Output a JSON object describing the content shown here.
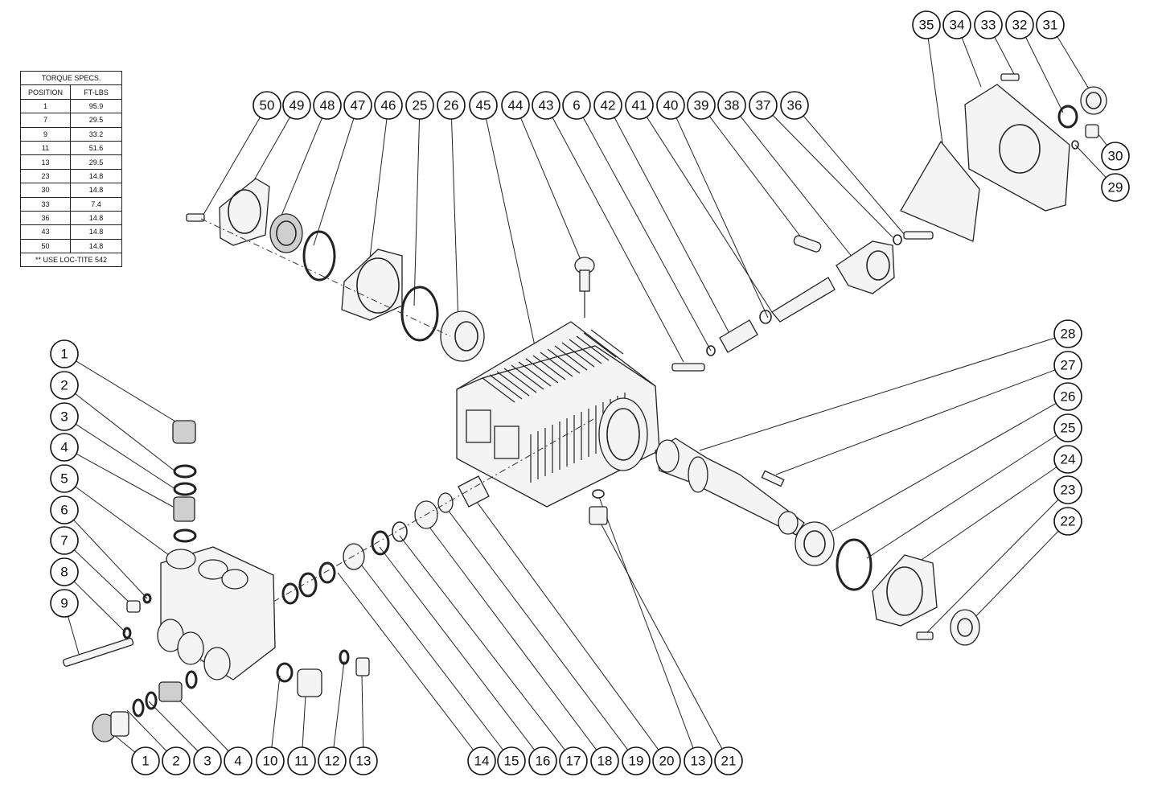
{
  "torque_table": {
    "title": "TORQUE SPECS.",
    "headers": [
      "POSITION",
      "FT-LBS"
    ],
    "rows": [
      [
        "1",
        "95.9"
      ],
      [
        "7",
        "29.5"
      ],
      [
        "9",
        "33.2"
      ],
      [
        "11",
        "51.6"
      ],
      [
        "13",
        "29.5"
      ],
      [
        "23",
        "14.8"
      ],
      [
        "30",
        "14.8"
      ],
      [
        "33",
        "7.4"
      ],
      [
        "36",
        "14.8"
      ],
      [
        "43",
        "14.8"
      ],
      [
        "50",
        "14.8"
      ]
    ],
    "note": "** USE LOC-TITE 542"
  },
  "callouts": {
    "top_row": [
      "50",
      "49",
      "48",
      "47",
      "46",
      "25",
      "26",
      "45",
      "44",
      "43",
      "6",
      "42",
      "41",
      "40",
      "39",
      "38",
      "37",
      "36"
    ],
    "cover_top": [
      "35",
      "34",
      "33",
      "32",
      "31"
    ],
    "cover_right": [
      "30",
      "29"
    ],
    "left_column": [
      "1",
      "2",
      "3",
      "4",
      "5",
      "6",
      "7",
      "8",
      "9"
    ],
    "right_column": [
      "28",
      "27",
      "26",
      "25",
      "24",
      "23",
      "22"
    ],
    "bottom_row": [
      "1",
      "2",
      "3",
      "4",
      "10",
      "11",
      "12",
      "13",
      "14",
      "15",
      "16",
      "17",
      "18",
      "19",
      "20",
      "13",
      "21"
    ]
  }
}
